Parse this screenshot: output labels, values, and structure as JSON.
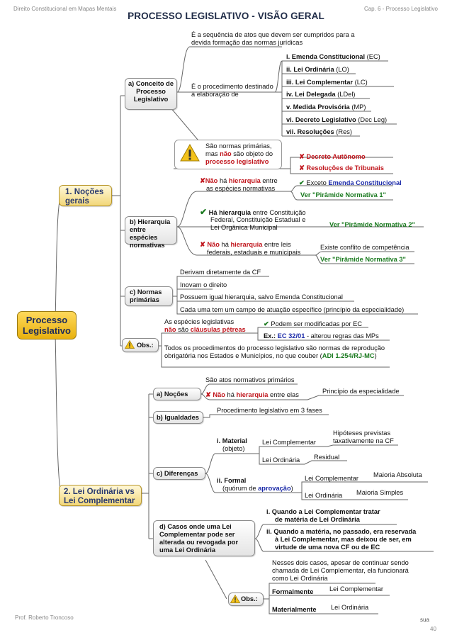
{
  "header": {
    "left": "Direito Constitucional em Mapas Mentais",
    "right": "Cap. 6 - Processo Legislativo",
    "title": "PROCESSO LEGISLATIVO - VISÃO GERAL"
  },
  "footer": {
    "author": "Prof. Roberto Troncoso",
    "sua": "sua",
    "page": "40"
  },
  "root": "Processo Legislativo",
  "s1": {
    "label": "1. Noções gerais",
    "a": {
      "label": "a) Conceito de Processo Legislativo",
      "def1": "É a sequência de atos que devem ser cumpridos para a devida formação das normas jurídicas",
      "def2": "É o procedimento destinado à elaboração de",
      "items": [
        "i. Emenda Constitucional",
        "ii. Lei Ordinária",
        "iii. Lei Complementar",
        "iv. Lei Delegada",
        "v. Medida Provisória",
        "vi. Decreto Legislativo",
        "vii. Resoluções"
      ],
      "abbrs": [
        "(EC)",
        "(LO)",
        "(LC)",
        "(LDel)",
        "(MP)",
        "(Dec Leg)",
        "(Res)"
      ],
      "warn1": "São normas primárias,",
      "warn2a": "mas ",
      "warn2b": "não",
      "warn2c": " são objeto do",
      "warn3": "processo legislativo",
      "excl1": "Decreto Autônomo",
      "excl2": "Resoluções de Tribunais"
    },
    "b": {
      "label": "b) Hierarquia entre espécies normativas",
      "n1a": "Não",
      "n1b": " há ",
      "n1c": "hierarquia",
      "n1d": " entre",
      "n1e": "as espécies normativas",
      "exc1": "Exceto ",
      "exc2": "Emenda Constitucional",
      "pir1": "Ver \"Pirâmide Normativa 1\"",
      "h1": "Há hierarquia",
      "h2": " entre Constituição",
      "h3": "Federal, Constituição Estadual e",
      "h4": "Lei Orgânica Municipal",
      "pir2": "Ver \"Pirâmide Normativa 2\"",
      "n2a": "Não",
      "n2b": " há ",
      "n2c": "hierarquia",
      "n2d": " entre leis",
      "n2e": "federais, estaduais e municipais",
      "conf": "Existe conflito de competência",
      "pir3": "Ver \"Pirâmide Normativa 3\""
    },
    "c": {
      "label": "c) Normas primárias",
      "items": [
        "Derivam diretamente da CF",
        "Inovam o direito",
        "Possuem igual hierarquia, salvo Emenda Constitucional",
        "Cada uma tem um campo de atuação específico (princípio da especialidade)"
      ]
    },
    "obs": {
      "label": "Obs.:",
      "e1": "As espécies legislativas",
      "e2a": "não",
      "e2b": " são ",
      "e2c": "cláusulas pétreas",
      "mod": "Podem ser modificadas por EC",
      "ex1": "Ex.: ",
      "ex2": "EC 32/01",
      "ex3": " - alterou regras das MPs",
      "t1": "Todos os procedimentos do processo legislativo são normas de reprodução",
      "t2a": "obrigatória nos Estados e Municípios, no que couber (",
      "t2b": "ADI 1.254/RJ-MC",
      "t2c": ")"
    }
  },
  "s2": {
    "label": "2. Lei Ordinária vs Lei Complementar",
    "a": {
      "label": "a) Noções",
      "p1": "São atos normativos primários",
      "p2a": "Não",
      "p2b": " há ",
      "p2c": "hierarquia",
      "p2d": " entre elas",
      "p3": "Princípio da especialidade"
    },
    "b": {
      "label": "b) Igualdades",
      "p1": "Procedimento legislativo em 3 fases"
    },
    "c": {
      "label": "c) Diferenças",
      "mat1": "i. Material",
      "mat2": "(objeto)",
      "lc": "Lei Complementar",
      "lo": "Lei Ordinária",
      "hip": "Hipóteses previstas taxativamente na CF",
      "res": "Residual",
      "for1": "ii. Formal",
      "for2a": "(quórum de ",
      "for2b": "aprovação",
      "for2c": ")",
      "lc2": "Lei Complementar",
      "lo2": "Lei Ordinária",
      "mabs": "Maioria Absoluta",
      "msim": "Maioria Simples"
    },
    "d": {
      "label": "d) Casos onde uma Lei Complementar pode ser alterada ou revogada por uma Lei Ordinária",
      "i1": "i. Quando a Lei Complementar tratar",
      "i2": "de matéria de Lei Ordinária",
      "ii1": "ii. Quando a matéria, no passado, era reservada",
      "ii2": "à Lei Complementar, mas deixou de ser, em",
      "ii3": "virtude de uma nova CF ou de EC",
      "o1": "Nesses dois casos, apesar de continuar sendo",
      "o2": "chamada de Lei Complementar, ela funcionará",
      "o3": "como Lei Ordinária",
      "obs": "Obs.:",
      "formal": "Formalmente",
      "material": "Materialmente",
      "flc": "Lei Complementar",
      "mlo": "Lei Ordinária"
    }
  },
  "colors": {
    "red": "#c0151c",
    "blue": "#1b2aa8",
    "green": "#1a7a1f",
    "yellow": "#f2d77a"
  },
  "icons": [
    "warning-icon",
    "cross-icon",
    "check-icon"
  ]
}
